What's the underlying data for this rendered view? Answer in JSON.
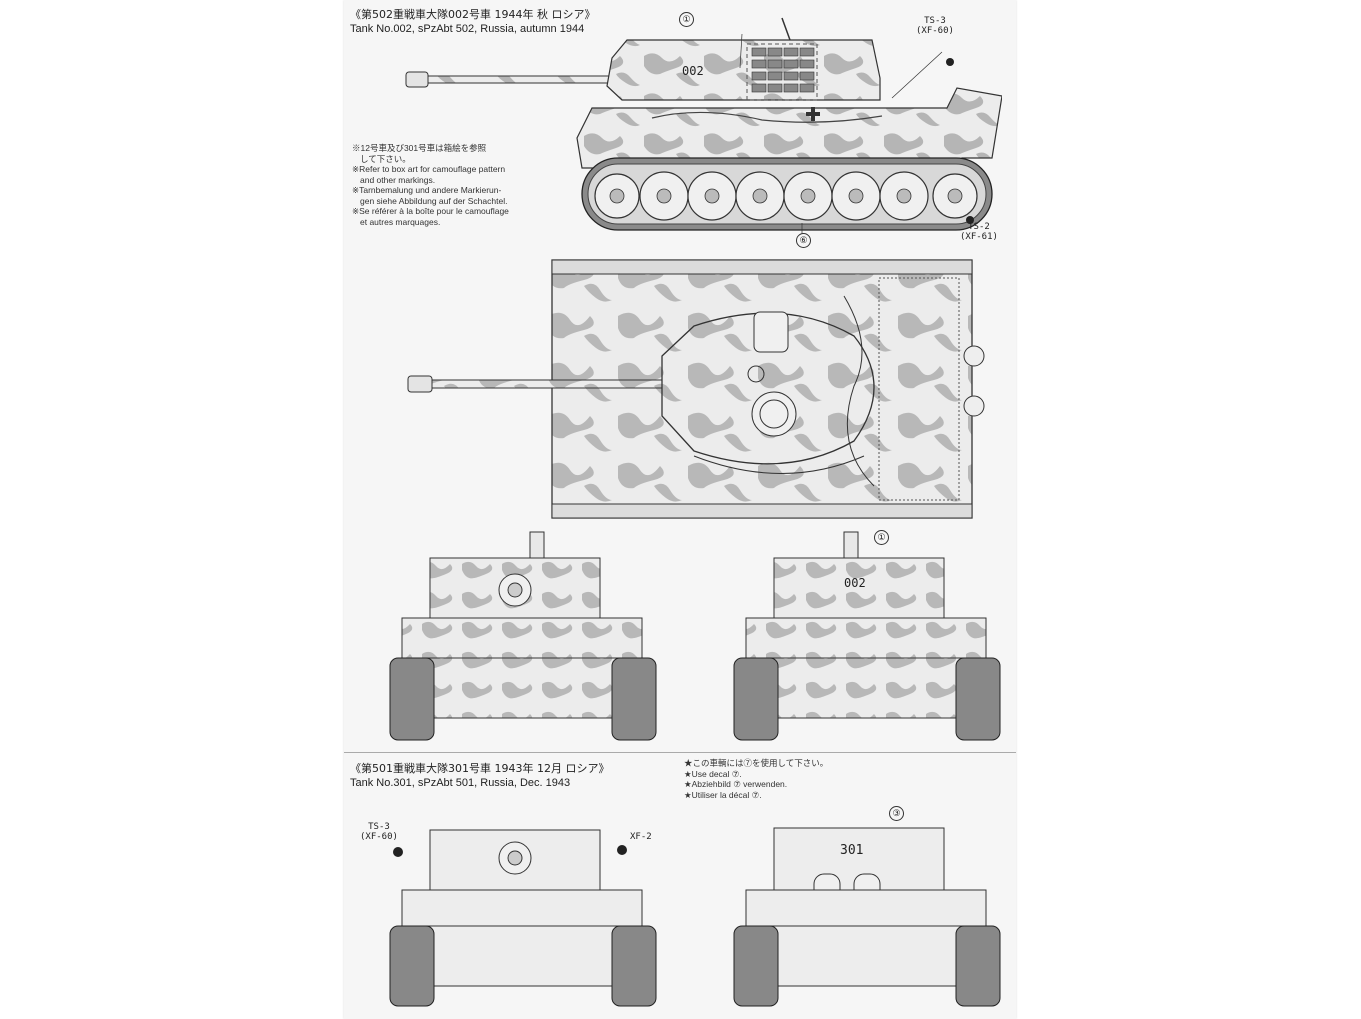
{
  "section1": {
    "title_jp": "《第502重戦車大隊002号車 1944年 秋 ロシア》",
    "title_en": "Tank No.002, sPzAbt 502, Russia, autumn 1944",
    "notes": [
      "※12号車及び301号車は箱絵を参照",
      "して下さい。",
      "※Refer to box art for camouflage pattern",
      "and other markings.",
      "※Tarnbemalung und andere Markierun-",
      "gen siehe Abbildung auf der Schachtel.",
      "※Se référer à la boîte pour le camouflage",
      "et autres marquages."
    ],
    "paint_ts3": "TS-3",
    "paint_ts3_code": "(XF-60)",
    "paint_ts2": "TS-2",
    "paint_ts2_code": "(XF-61)",
    "callout_decal": "①",
    "callout_wheel": "⑥",
    "turret_number": "002"
  },
  "section2": {
    "title_jp": "《第501重戦車大隊301号車 1943年 12月 ロシア》",
    "title_en": "Tank No.301, sPzAbt 501, Russia, Dec. 1943",
    "notes": [
      "★この車輌には⑦を使用して下さい。",
      "★Use decal ⑦.",
      "★Abziehbild ⑦ verwenden.",
      "★Utiliser la décal ⑦."
    ],
    "paint_ts3": "TS-3",
    "paint_ts3_code": "(XF-60)",
    "paint_xf2": "XF-2",
    "callout_decal": "③",
    "turret_number": "301"
  },
  "rear_view_1": {
    "callout": "①",
    "turret_number": "002"
  }
}
